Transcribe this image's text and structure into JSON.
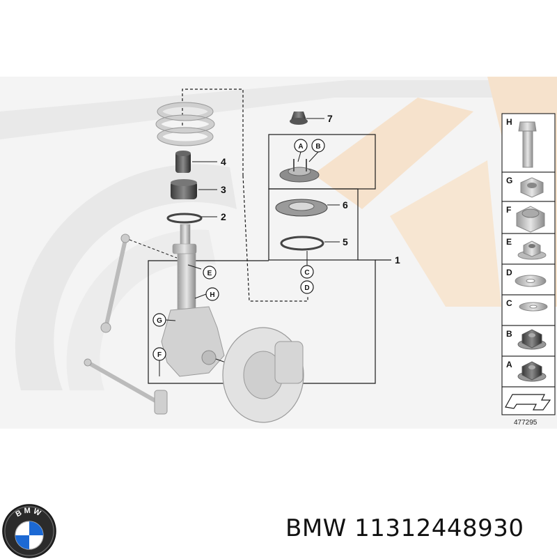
{
  "diagram": {
    "part_numbers": [
      "1",
      "2",
      "3",
      "4",
      "5",
      "6",
      "7"
    ],
    "callouts": [
      "A",
      "B",
      "C",
      "D",
      "E",
      "F",
      "G",
      "H"
    ],
    "side_panel": [
      "H",
      "G",
      "F",
      "E",
      "D",
      "C",
      "B",
      "A"
    ],
    "diagram_number": "477295",
    "colors": {
      "watermark_gray": "#eeeeee",
      "watermark_tan": "#f7e6d2",
      "line": "#1a1a1a",
      "part": "#c9c9c9"
    }
  },
  "footer": {
    "brand": "BMW",
    "part_number": "11312448930",
    "logo_letters": "BMW",
    "logo_icon": "bmw-roundel-icon"
  }
}
